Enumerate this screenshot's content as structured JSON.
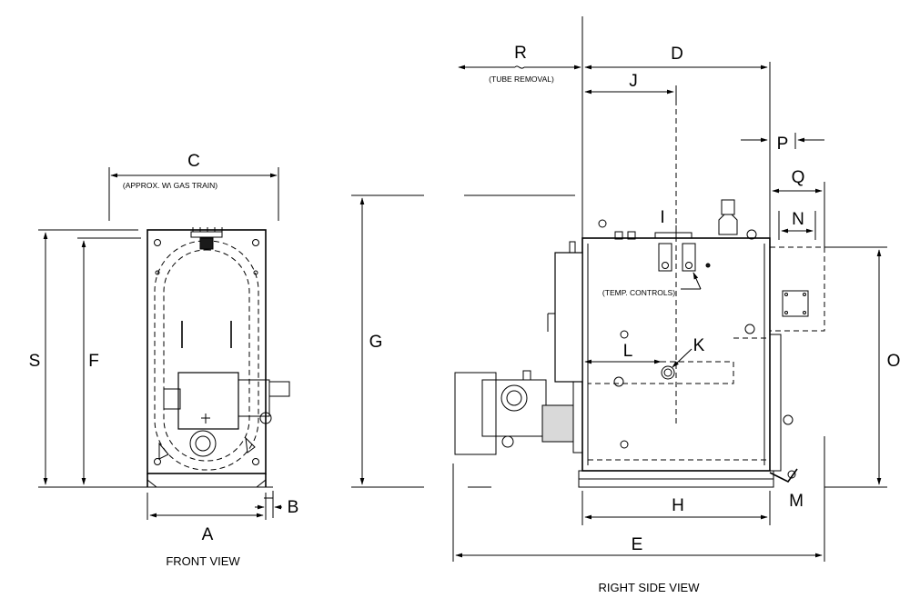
{
  "labels": {
    "A": "A",
    "B": "B",
    "C": "C",
    "D": "D",
    "E": "E",
    "F": "F",
    "G": "G",
    "H": "H",
    "I": "I",
    "J": "J",
    "K": "K",
    "L": "L",
    "M": "M",
    "N": "N",
    "O": "O",
    "P": "P",
    "Q": "Q",
    "R": "R",
    "S": "S"
  },
  "notes": {
    "approx_gas_train": "(APPROX. W\\ GAS TRAIN)",
    "tube_removal": "(TUBE REMOVAL)",
    "temp_controls": "(TEMP. CONTROLS)"
  },
  "views": {
    "front": "FRONT VIEW",
    "right_side": "RIGHT SIDE VIEW"
  }
}
